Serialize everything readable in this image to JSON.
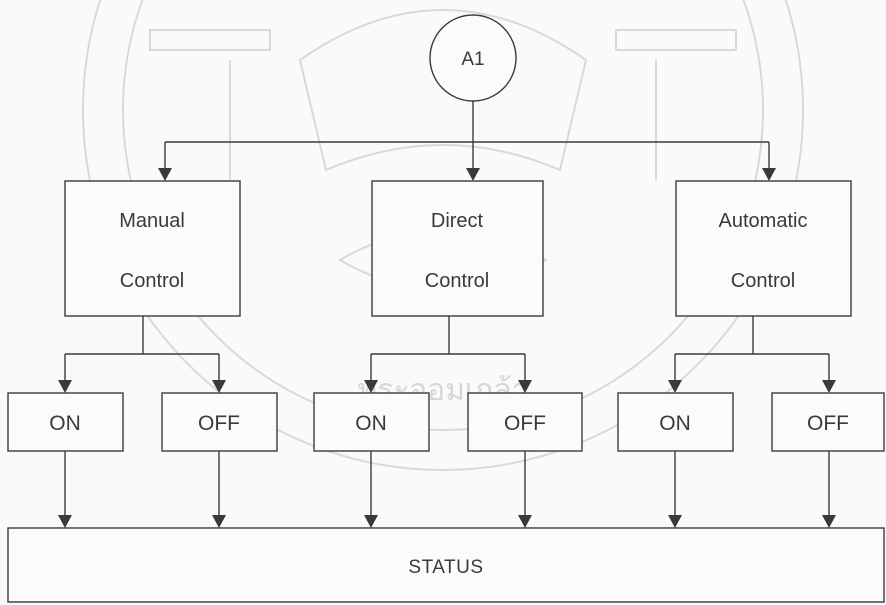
{
  "root_node": {
    "label": "A1"
  },
  "controls": [
    {
      "line1": "Manual",
      "line2": "Control",
      "switches": [
        "ON",
        "OFF"
      ]
    },
    {
      "line1": "Direct",
      "line2": "Control",
      "switches": [
        "ON",
        "OFF"
      ]
    },
    {
      "line1": "Automatic",
      "line2": "Control",
      "switches": [
        "ON",
        "OFF"
      ]
    }
  ],
  "status": {
    "label": "STATUS"
  },
  "colors": {
    "line": "#3a3a3a",
    "background": "#fafafa",
    "watermark": "#d9d9d9"
  }
}
